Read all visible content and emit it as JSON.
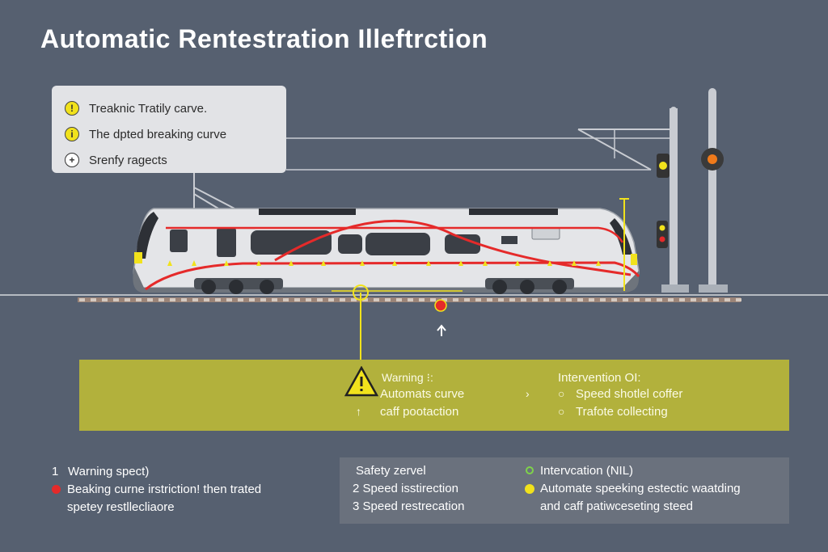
{
  "title": "Automatic Rentestration Illeftrction",
  "legend": {
    "items": [
      {
        "icon": "warning-circle-icon",
        "glyph": "!",
        "label": "Treaknic Tratily carve."
      },
      {
        "icon": "info-circle-icon",
        "glyph": "i",
        "label": "The dpted breaking curve"
      },
      {
        "icon": "safety-circle-icon",
        "glyph": "+",
        "label": "Srenfy ragects"
      }
    ]
  },
  "band": {
    "warning_title": "Warning ⁝:",
    "line1": "Automats curve",
    "line2": "caff pootaction",
    "intervention_title": "Intervention OI:",
    "intervention_line1": "Speed shotlel coffer",
    "intervention_line2": "Trafote collecting"
  },
  "bottom_left": {
    "line1_num": "1",
    "line1": "Warning spect)",
    "line2": "Beaking curne irstriction! then trated",
    "line3": "spetey restllecliaore"
  },
  "bottom_panel": {
    "safety_title": "Safety zervel",
    "safety_2": "2 Speed isstirection",
    "safety_3": "3 Speed restrecation",
    "intervention_title": "Intervcation (NIL)",
    "intervention_1": "Automate speeking estectic waatding",
    "intervention_2": "and caff patiwceseting steed"
  },
  "colors": {
    "background": "#566070",
    "curve": "#e52a2a",
    "accent_yellow": "#f1e21c",
    "band": "#b2b13c",
    "panel": "#6a717d"
  }
}
